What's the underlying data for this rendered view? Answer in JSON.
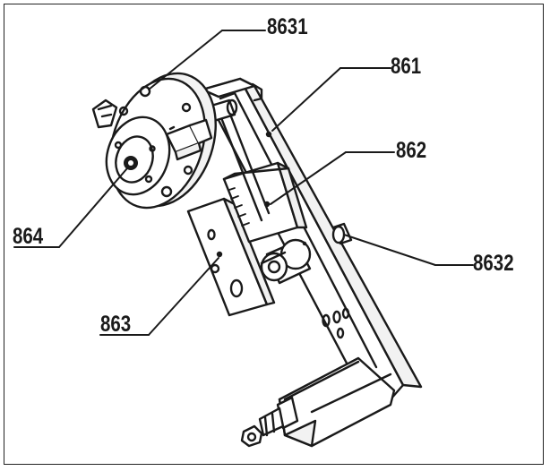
{
  "labels": {
    "part_8631": "8631",
    "part_861": "861",
    "part_862": "862",
    "part_864": "864",
    "part_8632": "8632",
    "part_863": "863"
  }
}
